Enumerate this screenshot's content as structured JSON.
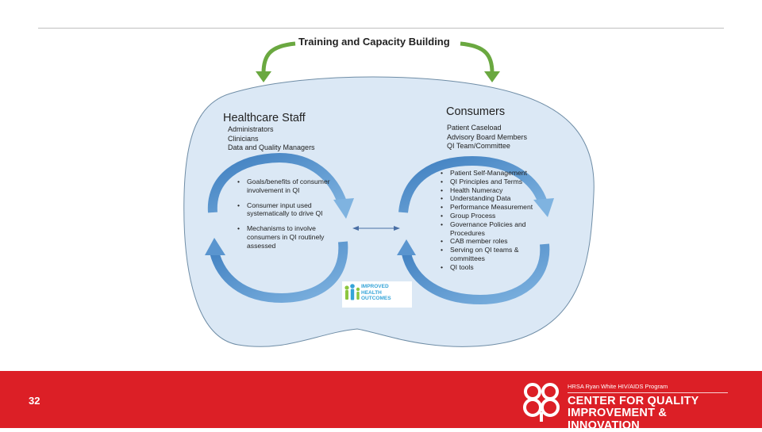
{
  "diagram": {
    "title": "Training and Capacity Building",
    "left": {
      "heading": "Healthcare Staff",
      "roles": [
        "Administrators",
        "Clinicians",
        "Data and Quality Managers"
      ],
      "bullets": [
        "Goals/benefits of consumer involvement in QI",
        "Consumer input used systematically to drive QI",
        "Mechanisms to involve consumers in QI routinely assessed"
      ]
    },
    "right": {
      "heading": "Consumers",
      "roles": [
        "Patient Caseload",
        "Advisory Board Members",
        "QI Team/Committee"
      ],
      "bullets": [
        "Patient Self-Management",
        "QI Principles and Terms",
        "Health Numeracy",
        "Understanding Data",
        "Performance Measurement",
        "Group Process",
        "Governance Policies and Procedures",
        "CAB member roles",
        "Serving on QI teams & committees",
        "QI tools"
      ]
    },
    "logo_text": [
      "IMPROVED",
      "HEALTH",
      "OUTCOMES"
    ]
  },
  "footer": {
    "page_number": "32",
    "brand_subtitle": "HRSA Ryan White HIV/AIDS Program",
    "brand_line1": "CENTER FOR QUALITY",
    "brand_line2": "IMPROVEMENT & INNOVATION"
  },
  "colors": {
    "blob_fill": "#dbe8f5",
    "cycle_blue": "#5a95cf",
    "feedback_green": "#6aa840",
    "footer_red": "#dc1f26"
  }
}
